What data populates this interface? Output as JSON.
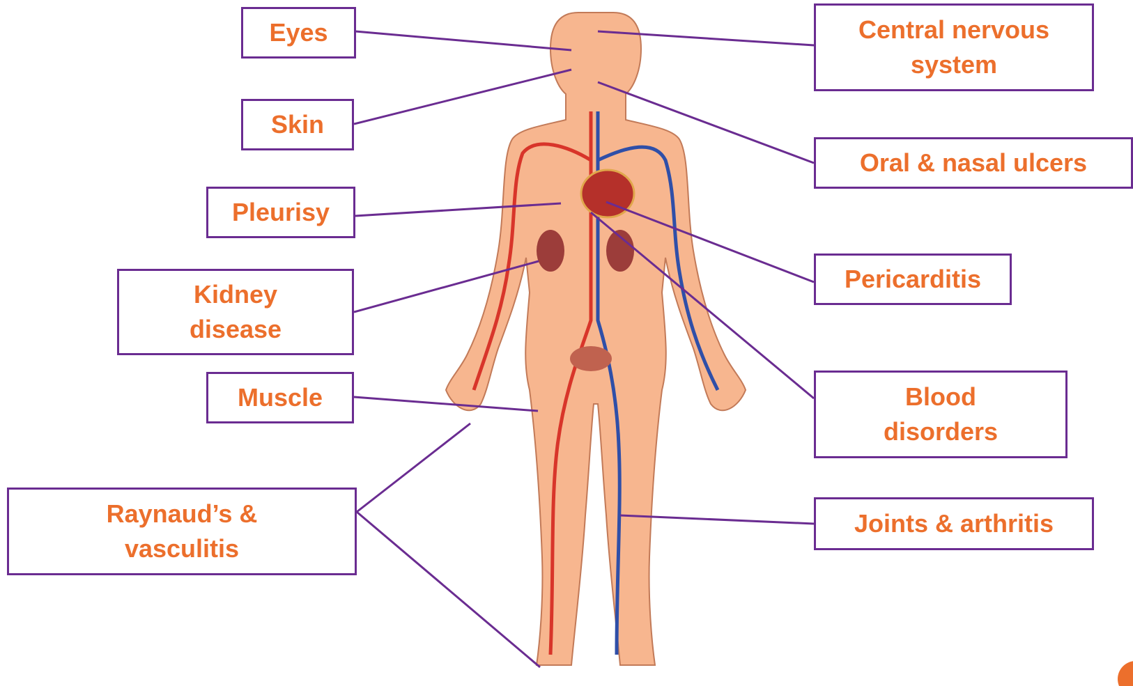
{
  "labels": {
    "eyes": "Eyes",
    "skin": "Skin",
    "pleurisy": "Pleurisy",
    "kidney": "Kidney\ndisease",
    "muscle": "Muscle",
    "raynauds": "Raynaud’s &\nvasculitis",
    "cns": "Central nervous\nsystem",
    "oral": "Oral & nasal ulcers",
    "pericarditis": "Pericarditis",
    "blood": "Blood\ndisorders",
    "joints": "Joints & arthritis"
  },
  "colors": {
    "text": "#ec6f2c",
    "border": "#6a2c91",
    "skin": "#f7b68f",
    "artery": "#d8352a",
    "vein": "#2f4fa8"
  }
}
